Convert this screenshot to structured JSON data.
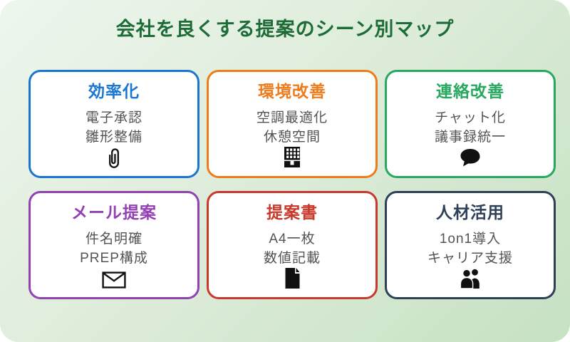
{
  "page": {
    "title": "会社を良くする提案のシーン別マップ"
  },
  "colors": {
    "background_top": "#eef6ee",
    "background_bottom": "#c6e1c4",
    "page_title": "#1d6c38",
    "body_text": "#545454",
    "card_background": "#ffffff"
  },
  "cards": [
    {
      "title": "効率化",
      "color": "#1976d2",
      "lines": [
        "電子承認",
        "雛形整備"
      ],
      "icon": "paperclip-icon"
    },
    {
      "title": "環境改善",
      "color": "#ee7c1b",
      "lines": [
        "空調最適化",
        "休憩空間"
      ],
      "icon": "building-icon"
    },
    {
      "title": "連絡改善",
      "color": "#27a85f",
      "lines": [
        "チャット化",
        "議事録統一"
      ],
      "icon": "speech-bubble-icon"
    },
    {
      "title": "メール提案",
      "color": "#9440b5",
      "lines": [
        "件名明確",
        "PREP構成"
      ],
      "icon": "envelope-icon"
    },
    {
      "title": "提案書",
      "color": "#c9392b",
      "lines": [
        "A4一枚",
        "数値記載"
      ],
      "icon": "document-icon"
    },
    {
      "title": "人材活用",
      "color": "#2e4057",
      "lines": [
        "1on1導入",
        "キャリア支援"
      ],
      "icon": "people-icon"
    }
  ]
}
